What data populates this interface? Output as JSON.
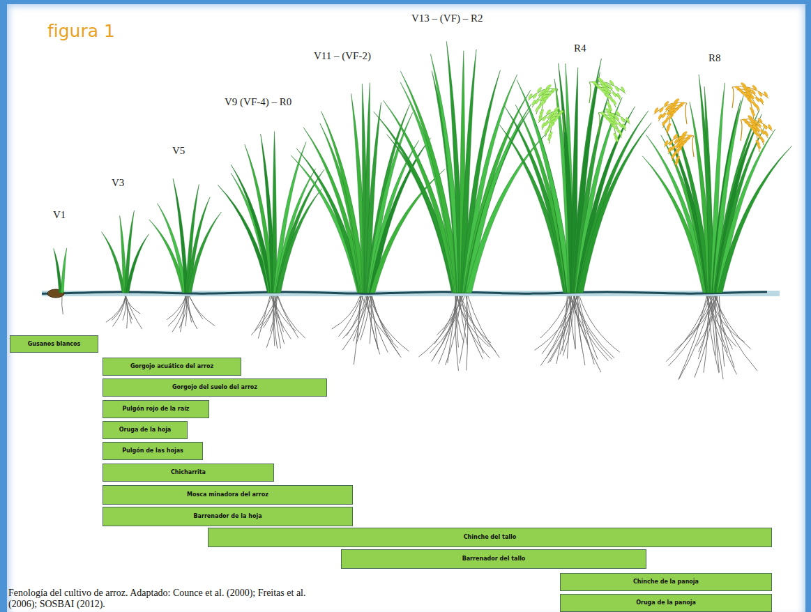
{
  "diagram": {
    "title": "figura 1",
    "caption": "Fenología del cultivo de arroz. Adaptado: Counce et al. (2000); Freitas et al. (2006); SOSBAI (2012).",
    "nodes": [
      {
        "text": [
          "Gusanos blancos"
        ]
      },
      {
        "text": [
          "Gorgojo acuático del arroz"
        ]
      },
      {
        "text": [
          "Gorgojo del suelo del arroz"
        ]
      },
      {
        "text": [
          "Pulgón rojo de la raíz"
        ]
      },
      {
        "text": [
          "Oruga de la hoja"
        ]
      },
      {
        "text": [
          "Pulgón de las hojas"
        ]
      },
      {
        "text": [
          "Chicharrita"
        ]
      },
      {
        "text": [
          "Mosca minadora del arroz"
        ]
      },
      {
        "text": [
          "Barrenador de la hoja"
        ]
      },
      {
        "text": [
          "Chinche del tallo"
        ]
      },
      {
        "text": [
          "Barrenador del tallo"
        ]
      },
      {
        "text": [
          "Chinche de la panoja"
        ]
      },
      {
        "text": [
          "Oruga de la panoja"
        ]
      }
    ],
    "labels": [
      "V1",
      "V3",
      "V5",
      "V9 (VF-4) – R0",
      "V11 – (VF-2)",
      "V13 – (VF) – R2",
      "R4",
      "R8"
    ]
  }
}
